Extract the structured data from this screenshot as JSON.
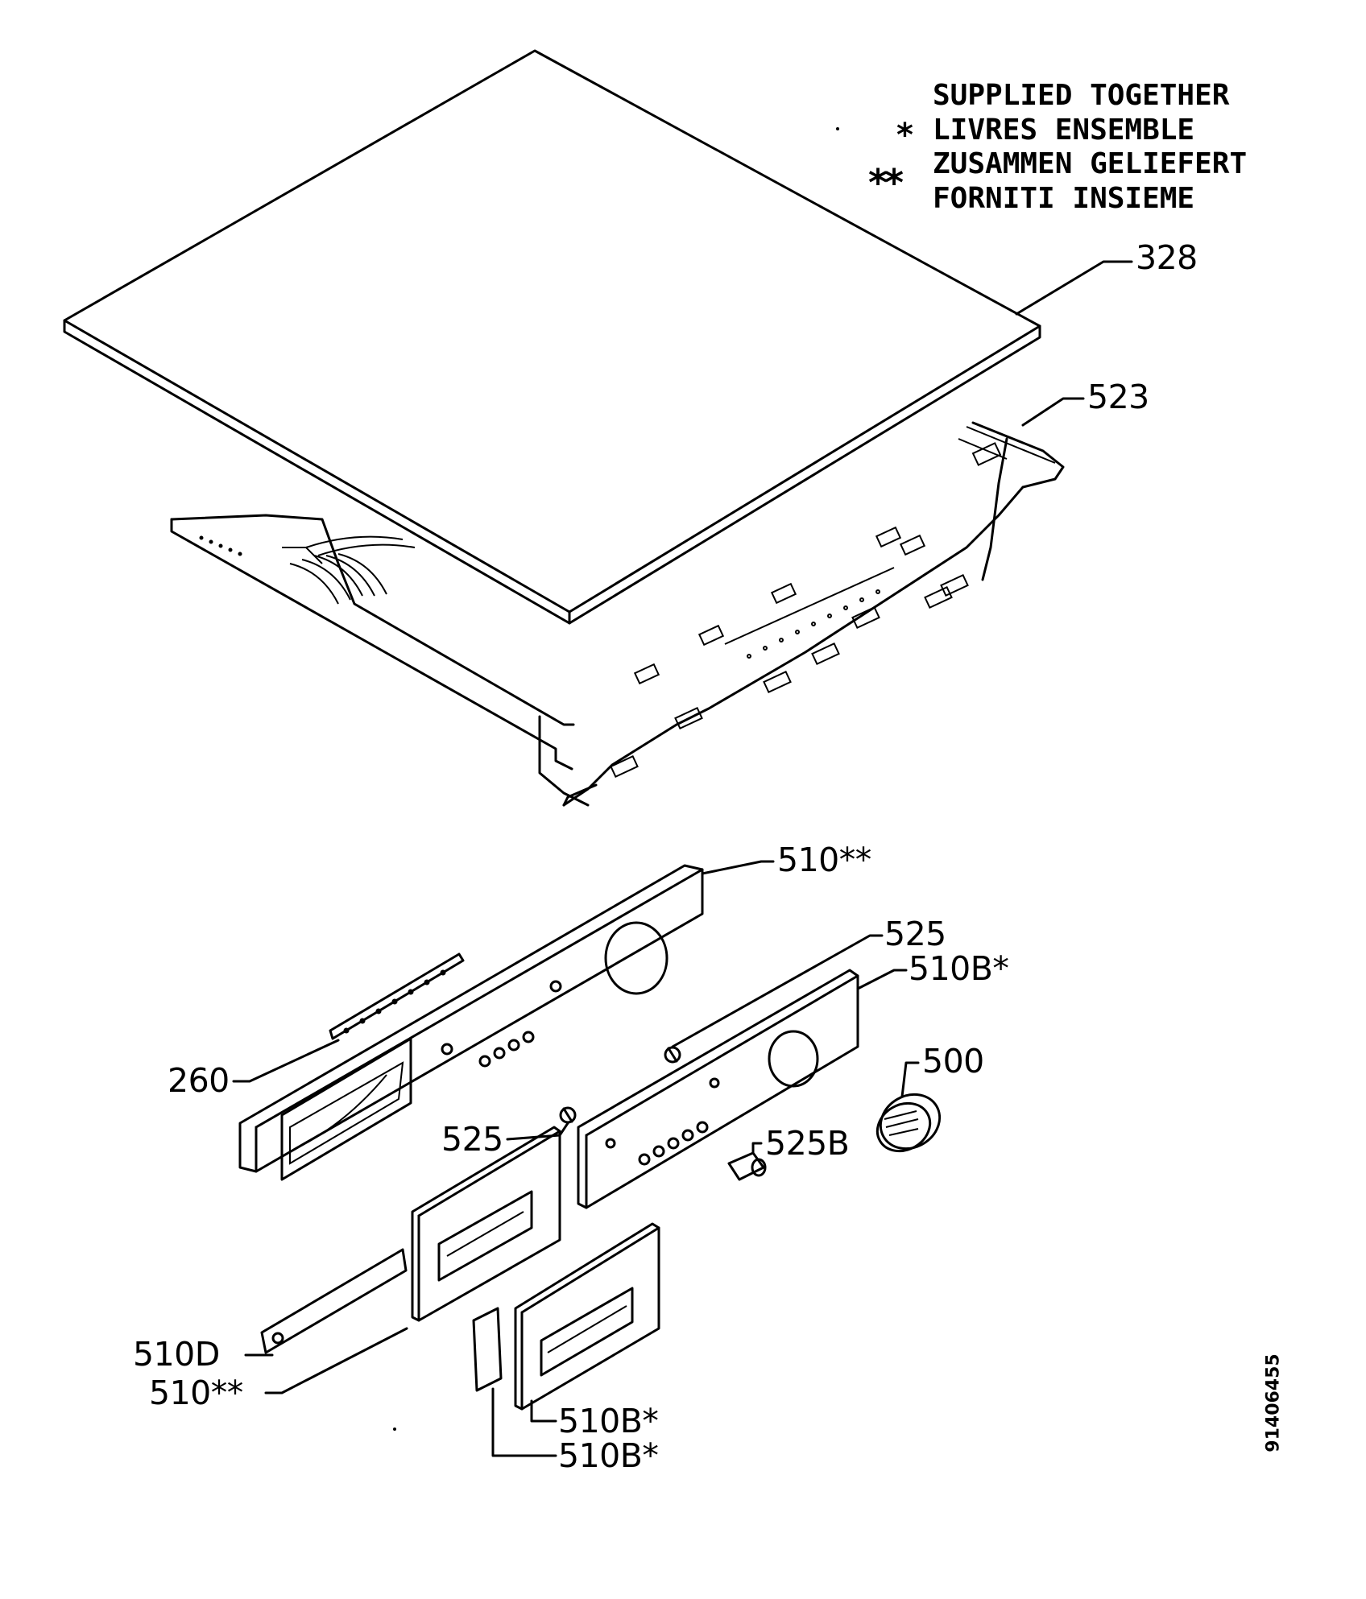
{
  "legend": {
    "lines": [
      "SUPPLIED TOGETHER",
      "LIVRES ENSEMBLE",
      "ZUSAMMEN GELIEFERT",
      "FORNITI INSIEME"
    ],
    "single_star": "*",
    "double_star": "**"
  },
  "callouts": {
    "p328": "328",
    "p523": "523",
    "p510_top": "510**",
    "p525_upper": "525",
    "p510b_right": "510B*",
    "p500": "500",
    "p260": "260",
    "p525_lower": "525",
    "p525b": "525B",
    "p510d": "510D",
    "p510_bottom": "510**",
    "p510b_lower1": "510B*",
    "p510b_lower2": "510B*"
  },
  "document_number": "91406455"
}
